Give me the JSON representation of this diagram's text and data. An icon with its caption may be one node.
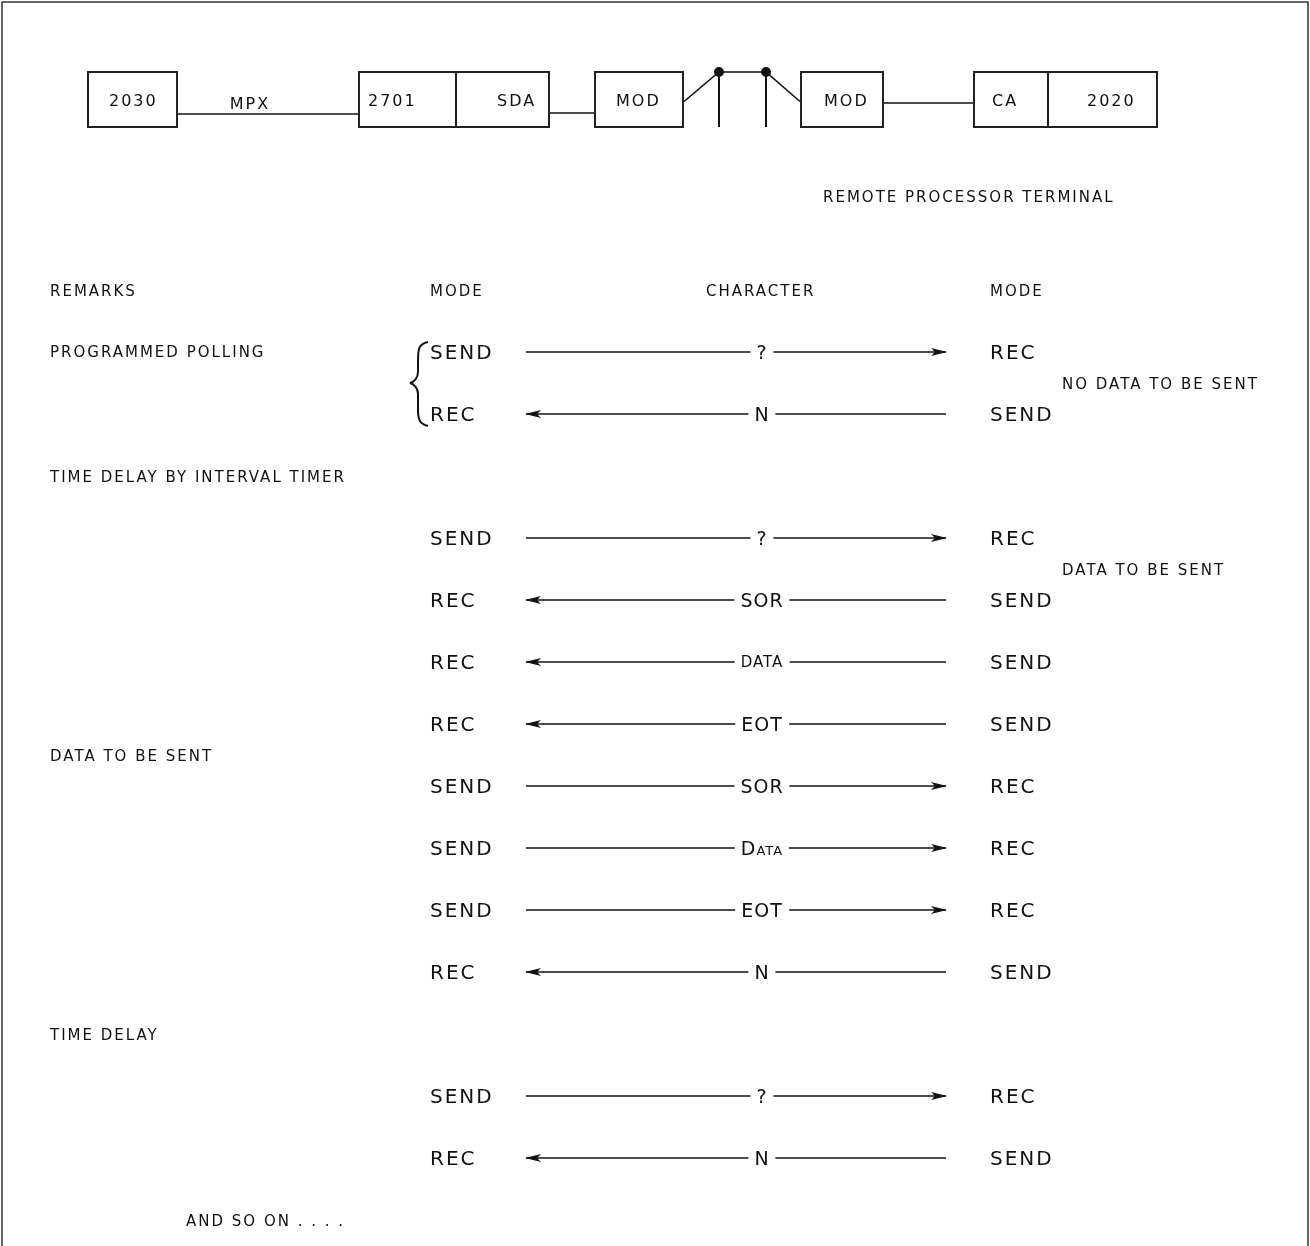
{
  "diagram": {
    "nodes": [
      {
        "text": [
          "2030"
        ]
      },
      {
        "text": [
          "2701",
          "SDA"
        ]
      },
      {
        "text": [
          "MOD"
        ]
      },
      {
        "text": [
          "MOD"
        ]
      },
      {
        "text": [
          "CA",
          "2020"
        ]
      },
      {
        "text": [
          "SEND"
        ]
      },
      {
        "text": [
          "REC"
        ]
      },
      {
        "text": [
          "REC"
        ]
      },
      {
        "text": [
          "SEND"
        ]
      },
      {
        "text": [
          "SEND"
        ]
      },
      {
        "text": [
          "REC"
        ]
      },
      {
        "text": [
          "REC"
        ]
      },
      {
        "text": [
          "SEND"
        ]
      },
      {
        "text": [
          "REC"
        ]
      },
      {
        "text": [
          "SEND"
        ]
      },
      {
        "text": [
          "REC"
        ]
      },
      {
        "text": [
          "SEND"
        ]
      },
      {
        "text": [
          "SEND"
        ]
      },
      {
        "text": [
          "REC"
        ]
      },
      {
        "text": [
          "SEND"
        ]
      },
      {
        "text": [
          "REC"
        ]
      },
      {
        "text": [
          "SEND"
        ]
      },
      {
        "text": [
          "REC"
        ]
      },
      {
        "text": [
          "REC"
        ]
      },
      {
        "text": [
          "SEND"
        ]
      },
      {
        "text": [
          "SEND"
        ]
      },
      {
        "text": [
          "REC"
        ]
      },
      {
        "text": [
          "REC"
        ]
      },
      {
        "text": [
          "SEND"
        ]
      }
    ],
    "edges": [
      {
        "from": 0,
        "to": 1,
        "arrow": "none",
        "label": "MPX"
      },
      {
        "from": 1,
        "to": 2,
        "arrow": "none"
      },
      {
        "from": 2,
        "to": 3,
        "arrow": "none"
      },
      {
        "from": 3,
        "to": 4,
        "arrow": "none"
      },
      {
        "from": 5,
        "to": 6,
        "arrow": "to",
        "label": "?"
      },
      {
        "from": 8,
        "to": 7,
        "arrow": "to",
        "label": "N"
      },
      {
        "from": 9,
        "to": 10,
        "arrow": "to",
        "label": "?"
      },
      {
        "from": 12,
        "to": 11,
        "arrow": "to",
        "label": "SOR"
      },
      {
        "from": 14,
        "to": 13,
        "arrow": "to",
        "label": "DATA"
      },
      {
        "from": 16,
        "to": 15,
        "arrow": "to",
        "label": "EOT"
      },
      {
        "from": 17,
        "to": 18,
        "arrow": "to",
        "label": "SOR"
      },
      {
        "from": 19,
        "to": 20,
        "arrow": "to",
        "label": "Data"
      },
      {
        "from": 21,
        "to": 22,
        "arrow": "to",
        "label": "EOT"
      },
      {
        "from": 24,
        "to": 23,
        "arrow": "to",
        "label": "N"
      },
      {
        "from": 25,
        "to": 26,
        "arrow": "to",
        "label": "?"
      },
      {
        "from": 28,
        "to": 27,
        "arrow": "to",
        "label": "N"
      }
    ],
    "labels": [
      "REMOTE PROCESSOR TERMINAL",
      "REMARKS",
      "MODE",
      "CHARACTER",
      "MODE",
      "PROGRAMMED POLLING",
      "NO DATA TO BE SENT",
      "TIME DELAY BY INTERVAL TIMER",
      "DATA TO BE SENT",
      "DATA TO BE SENT",
      "TIME DELAY",
      "AND SO ON . . . ."
    ]
  }
}
